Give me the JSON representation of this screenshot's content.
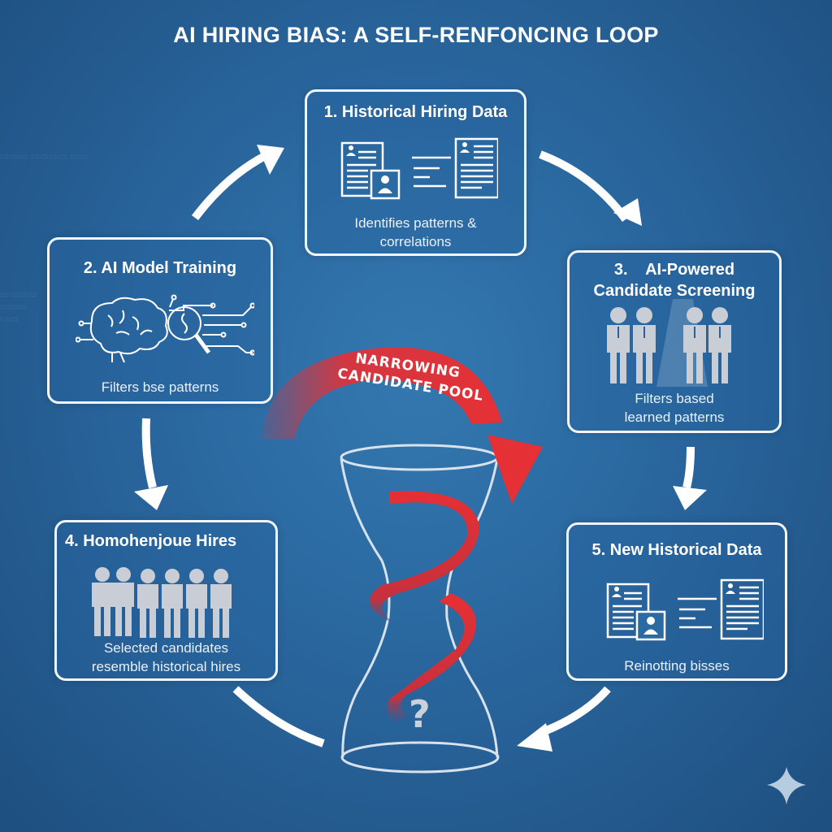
{
  "title": "AI HIRING BIAS: A SELF-RENFONCING LOOP",
  "steps": [
    {
      "id": 1,
      "title": "1. Historical Hiring Data",
      "description": "Identifies patterns & correlations",
      "desc_line1": "Identifies patterns &",
      "desc_line2": "correlations",
      "icon": "resume-documents-icon"
    },
    {
      "id": 2,
      "title": "2. AI Model Training",
      "description": "Filters bse patterns",
      "icon": "brain-circuit-magnifier-icon"
    },
    {
      "id": 3,
      "title_line1": "3.    AI-Powered",
      "title_line2": "Candidate Screening",
      "description": "Filters based learned patterns",
      "desc_line1": "Filters based",
      "desc_line2": "learned patterns",
      "icon": "spotlight-candidates-icon"
    },
    {
      "id": 4,
      "title": "4. Homohenjoue Hires",
      "description": "Selected candidates resemble historical hires",
      "desc_line1": "Selected candidates",
      "desc_line2": "resemble historical hires",
      "icon": "group-of-people-icon"
    },
    {
      "id": 5,
      "title": "5. New Historical Data",
      "description": "Reinotting bisses",
      "icon": "resume-documents-icon"
    }
  ],
  "center": {
    "ribbon_line1": "NARROWING",
    "ribbon_line2": "CANDIDATE POOL",
    "funnel_symbol": "?",
    "icon": "hourglass-funnel-icon"
  },
  "colors": {
    "background": "#2a68a0",
    "card_border": "#f2f6fa",
    "ribbon_red": "#e53035",
    "figure_gray": "#c9ced6"
  }
}
